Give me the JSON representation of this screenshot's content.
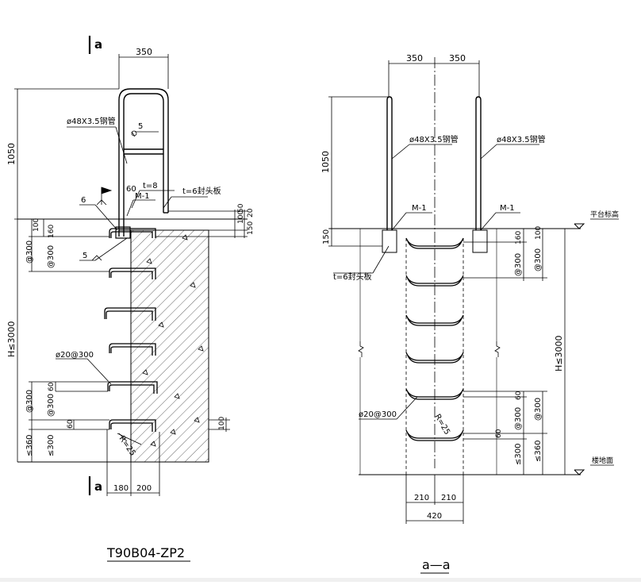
{
  "left_view": {
    "section_mark_top": "a",
    "section_mark_bottom": "a",
    "dim_top_width": "350",
    "dim_handrail_height": "1050",
    "label_pipe": "ø48X3.5钢管",
    "weld_5_top": "5",
    "weld_6": "6",
    "label_plate_thickness": "t=8",
    "label_60": "60",
    "label_m1": "M-1",
    "label_end_plate": "t=6封头板",
    "dim_right_100": "100",
    "dim_right_50": "50",
    "dim_right_150": "150",
    "dim_right_20": "20",
    "dim_left_100": "100",
    "dim_left_160": "160",
    "dim_at300_a": "@300",
    "dim_at300_b": "@300",
    "weld_5_bottom": "5",
    "dim_total_height": "H≤3000",
    "label_rebar": "ø20@300",
    "dim_bottom_at300": "@300",
    "dim_bottom_60": "60",
    "dim_bottom_at300_b": "@300",
    "dim_bottom_60_b": "60",
    "dim_bottom_100": "100",
    "dim_le360": "≤360",
    "dim_le300": "≤300",
    "label_radius": "R=25",
    "dim_bottom_180": "180",
    "dim_bottom_200": "200",
    "title": "T90B04-ZP2"
  },
  "right_view": {
    "dim_top_left": "350",
    "dim_top_right": "350",
    "dim_handrail_height": "1050",
    "label_pipe_left": "ø48X3.5钢管",
    "label_pipe_right": "ø48X3.5钢管",
    "label_m1_left": "M-1",
    "label_m1_right": "M-1",
    "label_platform": "平台标高",
    "dim_left_150": "150",
    "label_end_plate": "t=6封头板",
    "dim_160": "160",
    "dim_100": "100",
    "dim_at300_a": "@300",
    "dim_at300_b": "@300",
    "dim_total_height": "H≤3000",
    "dim_60": "60",
    "dim_at300_c": "@300",
    "dim_at300_d": "@300",
    "dim_60_b": "60",
    "dim_le300": "≤300",
    "dim_le360": "≤360",
    "label_rebar": "ø20@300",
    "label_radius": "R=25",
    "label_ground": "楼地面",
    "dim_210_left": "210",
    "dim_210_right": "210",
    "dim_420": "420",
    "title": "a—a"
  }
}
